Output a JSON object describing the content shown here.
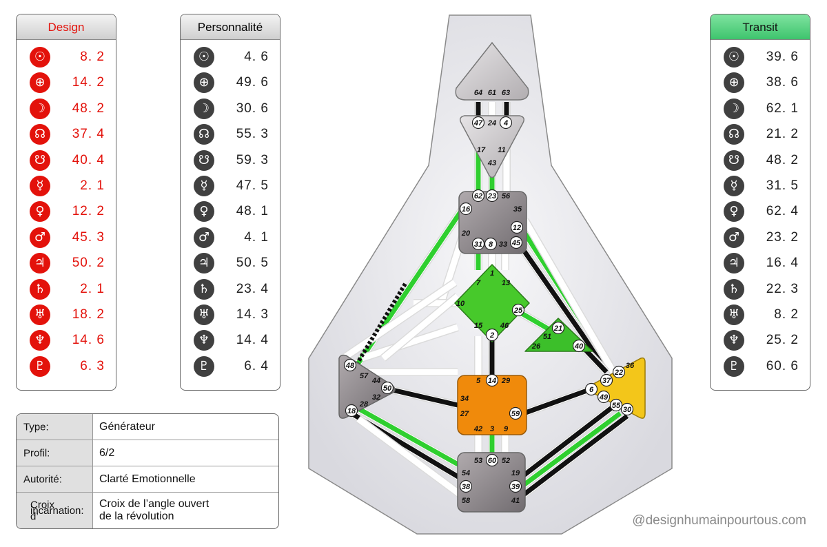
{
  "design_panel": {
    "title": "Design",
    "rows": [
      {
        "icon": "sun-icon",
        "glyph": "☉",
        "value": "8. 2"
      },
      {
        "icon": "earth-icon",
        "glyph": "⊕",
        "value": "14. 2"
      },
      {
        "icon": "moon-icon",
        "glyph": "☽",
        "value": "48. 2"
      },
      {
        "icon": "north-node-icon",
        "glyph": "☊",
        "value": "37. 4"
      },
      {
        "icon": "south-node-icon",
        "glyph": "☋",
        "value": "40. 4"
      },
      {
        "icon": "mercury-icon",
        "glyph": "☿",
        "value": "2. 1"
      },
      {
        "icon": "venus-icon",
        "glyph": "♀",
        "value": "12. 2"
      },
      {
        "icon": "mars-icon",
        "glyph": "♂",
        "value": "45. 3"
      },
      {
        "icon": "jupiter-icon",
        "glyph": "♃",
        "value": "50. 2"
      },
      {
        "icon": "saturn-icon",
        "glyph": "♄",
        "value": "2. 1"
      },
      {
        "icon": "uranus-icon",
        "glyph": "♅",
        "value": "18. 2"
      },
      {
        "icon": "neptune-icon",
        "glyph": "♆",
        "value": "14. 6"
      },
      {
        "icon": "pluto-icon",
        "glyph": "♇",
        "value": "6. 3"
      }
    ]
  },
  "personality_panel": {
    "title": "Personnalité",
    "rows": [
      {
        "icon": "sun-icon",
        "glyph": "☉",
        "value": "4. 6"
      },
      {
        "icon": "earth-icon",
        "glyph": "⊕",
        "value": "49. 6"
      },
      {
        "icon": "moon-icon",
        "glyph": "☽",
        "value": "30. 6"
      },
      {
        "icon": "north-node-icon",
        "glyph": "☊",
        "value": "55. 3"
      },
      {
        "icon": "south-node-icon",
        "glyph": "☋",
        "value": "59. 3"
      },
      {
        "icon": "mercury-icon",
        "glyph": "☿",
        "value": "47. 5"
      },
      {
        "icon": "venus-icon",
        "glyph": "♀",
        "value": "48. 1"
      },
      {
        "icon": "mars-icon",
        "glyph": "♂",
        "value": "4. 1"
      },
      {
        "icon": "jupiter-icon",
        "glyph": "♃",
        "value": "50. 5"
      },
      {
        "icon": "saturn-icon",
        "glyph": "♄",
        "value": "23. 4"
      },
      {
        "icon": "uranus-icon",
        "glyph": "♅",
        "value": "14. 3"
      },
      {
        "icon": "neptune-icon",
        "glyph": "♆",
        "value": "14. 4"
      },
      {
        "icon": "pluto-icon",
        "glyph": "♇",
        "value": "6. 4"
      }
    ]
  },
  "transit_panel": {
    "title": "Transit",
    "rows": [
      {
        "icon": "sun-icon",
        "glyph": "☉",
        "value": "39. 6"
      },
      {
        "icon": "earth-icon",
        "glyph": "⊕",
        "value": "38. 6"
      },
      {
        "icon": "moon-icon",
        "glyph": "☽",
        "value": "62. 1"
      },
      {
        "icon": "north-node-icon",
        "glyph": "☊",
        "value": "21. 2"
      },
      {
        "icon": "south-node-icon",
        "glyph": "☋",
        "value": "48. 2"
      },
      {
        "icon": "mercury-icon",
        "glyph": "☿",
        "value": "31. 5"
      },
      {
        "icon": "venus-icon",
        "glyph": "♀",
        "value": "62. 4"
      },
      {
        "icon": "mars-icon",
        "glyph": "♂",
        "value": "23. 2"
      },
      {
        "icon": "jupiter-icon",
        "glyph": "♃",
        "value": "16. 4"
      },
      {
        "icon": "saturn-icon",
        "glyph": "♄",
        "value": "22. 3"
      },
      {
        "icon": "uranus-icon",
        "glyph": "♅",
        "value": "8. 2"
      },
      {
        "icon": "neptune-icon",
        "glyph": "♆",
        "value": "25. 2"
      },
      {
        "icon": "pluto-icon",
        "glyph": "♇",
        "value": "60. 6"
      }
    ]
  },
  "info": {
    "type_label": "Type:",
    "type_value": "Générateur",
    "profile_label": "Profil:",
    "profile_value": "6/2",
    "authority_label": "Autorité:",
    "authority_value": "Clarté Emotionnelle",
    "cross_label_1": "Croix d’",
    "cross_label_2": "incarnation:",
    "cross_value_1": "Croix de l’angle ouvert",
    "cross_value_2": "de la révolution"
  },
  "watermark": "@designhumainpourtous.com",
  "bodygraph": {
    "colors": {
      "design": "#e3120b",
      "personality": "#111111",
      "transit": "#2fcf2f",
      "sacral": "#f08a0b",
      "solar_plexus": "#f3c61a",
      "g_center": "#47c92b",
      "heart": "#3cbf2a",
      "undefined": "#8f8a8c"
    },
    "gates": {
      "head": [
        "64",
        "61",
        "63"
      ],
      "ajna": [
        "47",
        "24",
        "4",
        "17",
        "11",
        "43"
      ],
      "throat": [
        "62",
        "23",
        "56",
        "16",
        "35",
        "12",
        "20",
        "45",
        "31",
        "8",
        "33"
      ],
      "g": [
        "1",
        "7",
        "13",
        "10",
        "25",
        "15",
        "46",
        "2"
      ],
      "heart": [
        "21",
        "51",
        "26",
        "40"
      ],
      "spleen": [
        "48",
        "57",
        "44",
        "50",
        "32",
        "28",
        "18"
      ],
      "sacral": [
        "5",
        "14",
        "29",
        "34",
        "27",
        "59",
        "42",
        "3",
        "9"
      ],
      "solar": [
        "36",
        "22",
        "37",
        "6",
        "49",
        "55",
        "30"
      ],
      "root": [
        "53",
        "60",
        "52",
        "54",
        "19",
        "38",
        "39",
        "58",
        "41"
      ]
    }
  }
}
